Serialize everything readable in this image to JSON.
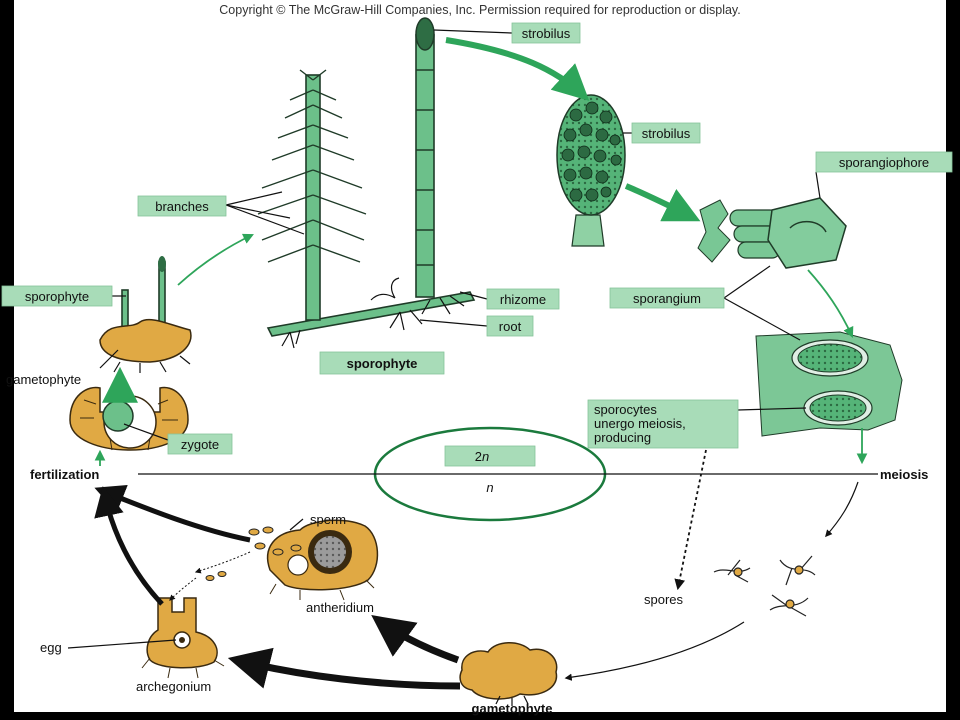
{
  "header": {
    "copyright": "Copyright © The McGraw-Hill Companies, Inc. Permission required for reproduction or display."
  },
  "labels": {
    "strobilus_top": "strobilus",
    "strobilus_cone": "strobilus",
    "sporangiophore": "sporangiophore",
    "branches": "branches",
    "sporangium": "sporangium",
    "rhizome": "rhizome",
    "root": "root",
    "sporophyte_small": "sporophyte",
    "sporophyte_main": "sporophyte",
    "gametophyte_top": "gametophyte",
    "zygote": "zygote",
    "sporocytes": [
      "sporocytes",
      "unergo meiosis,",
      "producing"
    ],
    "fertilization": "fertilization",
    "meiosis": "meiosis",
    "ploidy_2n_base": "2",
    "ploidy_2n_sub": "n",
    "ploidy_n": "n",
    "sperm": "sperm",
    "antheridium": "antheridium",
    "spores": "spores",
    "egg": "egg",
    "archegonium": "archegonium",
    "gametophyte_bottom": "gametophyte"
  },
  "colors": {
    "label_box": "#a8dcb8",
    "green_arrow": "#2ea55a",
    "stem_green": "#6cc08a",
    "gametophyte_gold": "#e0a944"
  }
}
